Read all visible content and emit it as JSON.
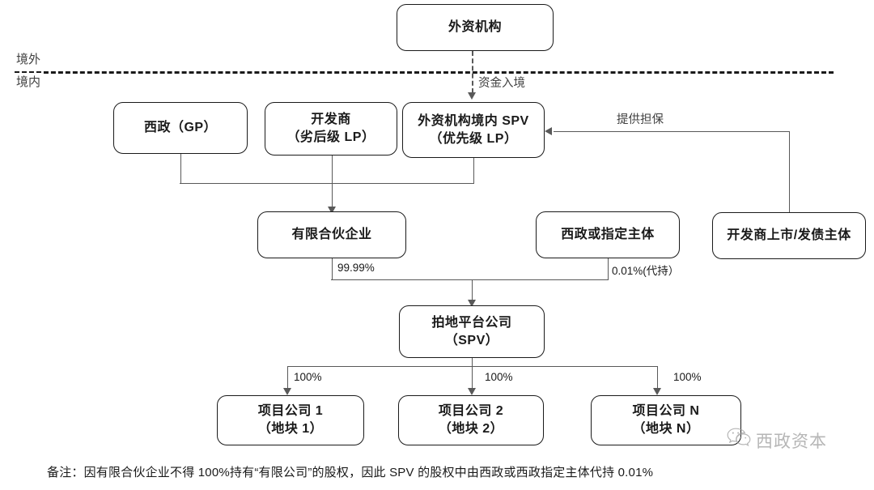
{
  "diagram": {
    "title_note": "备注：因有限合伙企业不得 100%持有“有限公司”的股权，因此 SPV 的股权中由西政或西政指定主体代持 0.01%",
    "regions": {
      "offshore": "境外",
      "onshore": "境内"
    },
    "nodes": {
      "foreign_institution": {
        "line1": "外资机构"
      },
      "xizheng_gp": {
        "line1": "西政（GP）"
      },
      "developer_lp": {
        "line1": "开发商",
        "line2": "（劣后级 LP）"
      },
      "foreign_spv": {
        "line1": "外资机构境内 SPV",
        "line2": "（优先级 LP）"
      },
      "limited_partnership": {
        "line1": "有限合伙企业"
      },
      "xizheng_or_designee": {
        "line1": "西政或指定主体"
      },
      "developer_listed": {
        "line1": "开发商上市/发债主体"
      },
      "land_platform_spv": {
        "line1": "拍地平台公司",
        "line2": "（SPV）"
      },
      "project_company_1": {
        "line1": "项目公司 1",
        "line2": "（地块 1）"
      },
      "project_company_2": {
        "line1": "项目公司 2",
        "line2": "（地块 2）"
      },
      "project_company_n": {
        "line1": "项目公司 N",
        "line2": "（地块 N）"
      }
    },
    "edge_labels": {
      "funds_inbound": "资金入境",
      "provide_guarantee": "提供担保",
      "stake_9999": "99.99%",
      "stake_001": "0.01%(代持）",
      "stake_100_a": "100%",
      "stake_100_b": "100%",
      "stake_100_c": "100%"
    },
    "watermark": {
      "icon": "wechat-icon",
      "label": "西政资本"
    },
    "colors": {
      "node_border": "#1a1a1a",
      "connector": "#595959",
      "text": "#1a1a1a",
      "label_text": "#404040",
      "watermark": "#9a9a9a",
      "background": "#ffffff"
    }
  }
}
